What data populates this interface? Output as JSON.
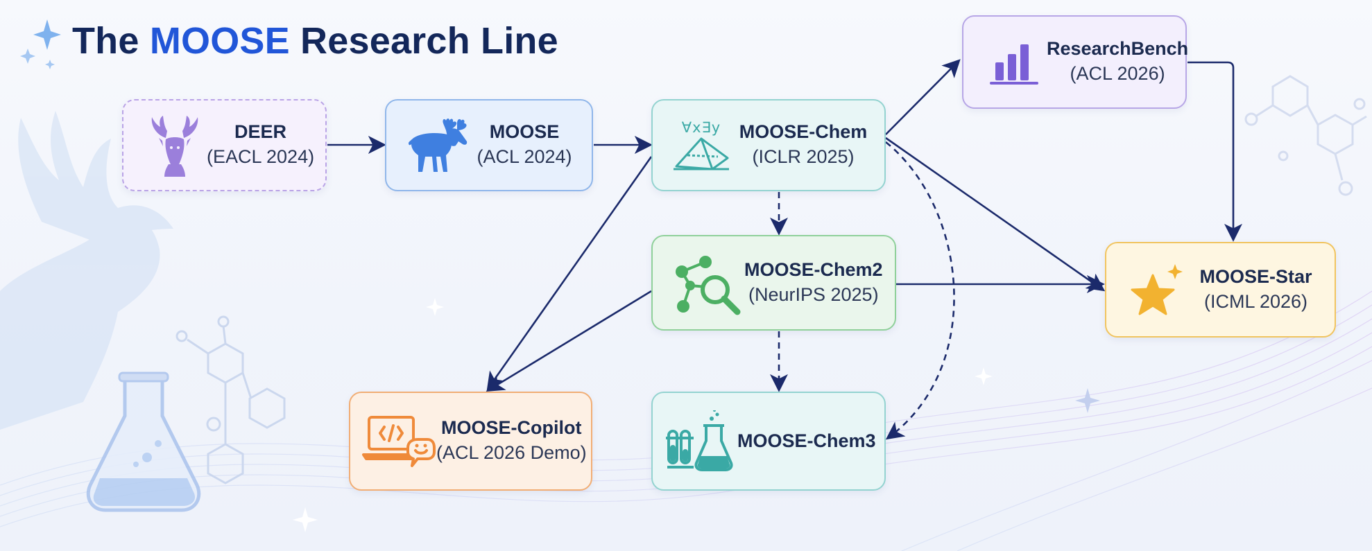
{
  "title": {
    "prefix": "The ",
    "highlight": "MOOSE",
    "suffix": " Research Line"
  },
  "colors": {
    "title": "#13275a",
    "title_highlight": "#2156d8",
    "arrow": "#1b2a6b",
    "deer": "#9b7fdb",
    "moose": "#3f7fe0",
    "chem": "#3aa9a5",
    "chem2": "#4caf63",
    "bench": "#7a5fd6",
    "star": "#f2b230",
    "copilot": "#ef8a3a"
  },
  "nodes": {
    "deer": {
      "name": "DEER",
      "venue": "(EACL 2024)",
      "icon": "deer-icon"
    },
    "moose": {
      "name": "MOOSE",
      "venue": "(ACL 2024)",
      "icon": "moose-icon"
    },
    "chem": {
      "name": "MOOSE-Chem",
      "venue": "(ICLR 2025)",
      "icon": "logic-pyramid-icon",
      "icon_text": "∀x∃y"
    },
    "bench": {
      "name": "ResearchBench",
      "venue": "(ACL 2026)",
      "icon": "bar-chart-icon"
    },
    "chem2": {
      "name": "MOOSE-Chem2",
      "venue": "(NeurIPS 2025)",
      "icon": "molecule-search-icon"
    },
    "star": {
      "name": "MOOSE-Star",
      "venue": "(ICML 2026)",
      "icon": "star-icon"
    },
    "copilot": {
      "name": "MOOSE-Copilot",
      "venue": "(ACL 2026 Demo)",
      "icon": "laptop-chat-icon"
    },
    "chem3": {
      "name": "MOOSE-Chem3",
      "venue": "",
      "icon": "lab-glassware-icon"
    }
  },
  "edges": [
    {
      "from": "deer",
      "to": "moose",
      "style": "solid"
    },
    {
      "from": "moose",
      "to": "chem",
      "style": "solid"
    },
    {
      "from": "chem",
      "to": "bench",
      "style": "solid"
    },
    {
      "from": "bench",
      "to": "star",
      "style": "solid"
    },
    {
      "from": "chem",
      "to": "star",
      "style": "solid"
    },
    {
      "from": "chem2",
      "to": "star",
      "style": "solid"
    },
    {
      "from": "chem",
      "to": "copilot",
      "style": "solid"
    },
    {
      "from": "chem2",
      "to": "copilot",
      "style": "solid"
    },
    {
      "from": "chem",
      "to": "chem2",
      "style": "dashed"
    },
    {
      "from": "chem2",
      "to": "chem3",
      "style": "dashed"
    },
    {
      "from": "chem",
      "to": "chem3",
      "style": "dashed"
    }
  ]
}
